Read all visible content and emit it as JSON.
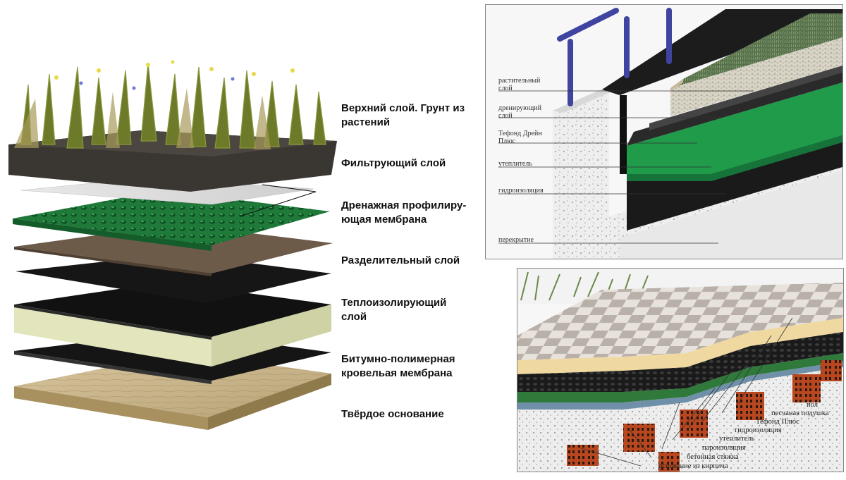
{
  "left_labels": [
    "Верхний слой. Грунт из растений",
    "Фильтрующий слой",
    "Дренажная профилиру-ющая мембрана",
    "Разделительный слой",
    "Теплоизолирующий слой",
    "Битумно-полимерная кровельая мембрана",
    "Твёрдое основание"
  ],
  "left_label_lines": [
    [
      "Верхний слой. Грунт из",
      "растений"
    ],
    [
      "Фильтрующий слой"
    ],
    [
      "Дренажная профилиру-",
      "ющая мембрана"
    ],
    [
      "Разделительный слой"
    ],
    [
      "Теплоизолирующий",
      "слой"
    ],
    [
      "Битумно-полимерная",
      "кровельая мембрана"
    ],
    [
      "Твёрдое основание"
    ]
  ],
  "top_right_labels": {
    "vegetation": [
      "растительный",
      "слой"
    ],
    "drainage": [
      "дренирующий",
      "слой"
    ],
    "tefond": [
      "Тефонд Дрейн",
      "Плюс"
    ],
    "insulation": "утеплитель",
    "waterproofing": "гидроизоляция",
    "slab": "перекрытие"
  },
  "bottom_right_labels": [
    "пол",
    "песчаная подушка",
    "Тефонд Плюс",
    "гидроизоляция",
    "утеплитель",
    "пароизоляция",
    "бетонная стяжка",
    "основание из кирпича"
  ],
  "colors": {
    "green_membrane": "#1f7a3a",
    "soil": "#3a3632",
    "geotextile": "#6b5a48",
    "insulation": "#e6e8c2",
    "bitumen": "#1a1a1a",
    "base": "#c9b48c",
    "railing": "#4a4fa8",
    "brick": "#b8461f"
  }
}
